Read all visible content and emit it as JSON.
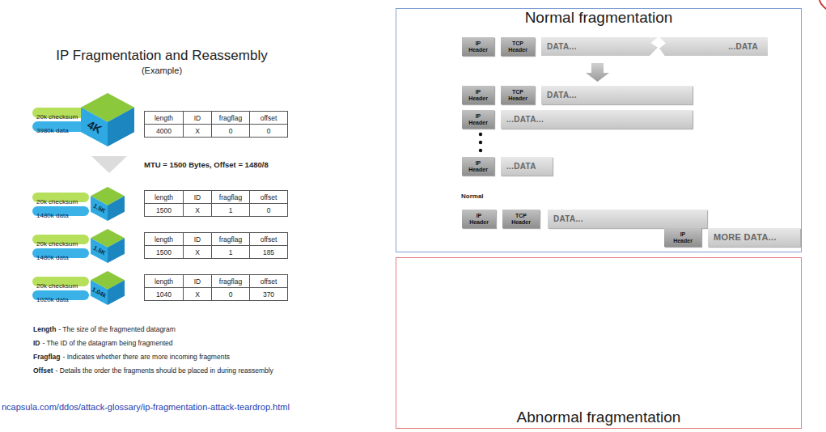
{
  "diagram": {
    "title": "IP Fragmentation and Reassembly",
    "nodes": [
      {
        "text": [
          "20k checksum"
        ]
      },
      {
        "text": [
          "3980k data"
        ]
      },
      {
        "text": [
          "4K"
        ]
      },
      {
        "text": [
          "20k checksum"
        ]
      },
      {
        "text": [
          "1480k data"
        ]
      },
      {
        "text": [
          "1.5K"
        ]
      },
      {
        "text": [
          "20k checksum"
        ]
      },
      {
        "text": [
          "1480k data"
        ]
      },
      {
        "text": [
          "1.5K"
        ]
      },
      {
        "text": [
          "20k checksum"
        ]
      },
      {
        "text": [
          "1020k data"
        ]
      },
      {
        "text": [
          "1.04k"
        ]
      },
      {
        "text": [
          "Normal fragmentation"
        ]
      },
      {
        "text": [
          "IP Header"
        ],
        "in": 12
      },
      {
        "text": [
          "TCP Header"
        ],
        "in": 12
      },
      {
        "text": [
          "DATA..."
        ],
        "in": 12
      },
      {
        "text": [
          "...DATA"
        ],
        "in": 12
      },
      {
        "text": [
          "IP Header"
        ],
        "in": 12
      },
      {
        "text": [
          "TCP Header"
        ],
        "in": 12
      },
      {
        "text": [
          "DATA..."
        ],
        "in": 12
      },
      {
        "text": [
          "IP Header"
        ],
        "in": 12
      },
      {
        "text": [
          "...DATA..."
        ],
        "in": 12
      },
      {
        "text": [
          "IP Header"
        ],
        "in": 12
      },
      {
        "text": [
          "...DATA"
        ],
        "in": 12
      },
      {
        "text": [
          "IP Header"
        ],
        "in": 12
      },
      {
        "text": [
          "TCP Header"
        ],
        "in": 12
      },
      {
        "text": [
          "DATA..."
        ],
        "in": 12
      },
      {
        "text": [
          "IP Header"
        ],
        "in": 12
      },
      {
        "text": [
          "MORE DATA..."
        ],
        "in": 12
      },
      {
        "text": [
          "Abnormal fragmentation"
        ]
      }
    ],
    "labels": [
      "(Example)",
      "length",
      "ID",
      "fragflag",
      "offset",
      "4000",
      "X",
      "0",
      "0",
      "MTU = 1500 Bytes, Offset = 1480/8",
      "length",
      "ID",
      "fragflag",
      "offset",
      "1500",
      "X",
      "1",
      "0",
      "length",
      "ID",
      "fragflag",
      "offset",
      "1500",
      "X",
      "1",
      "185",
      "length",
      "ID",
      "fragflag",
      "offset",
      "1040",
      "X",
      "0",
      "370",
      "Length",
      "- The size of the fragmented datagram",
      "ID",
      "- The ID of the datagram being fragmented",
      "Fragflag",
      "- Indicates whether there are more incoming fragments",
      "Offset",
      "- Details the order the fragments should be placed in during reassembly",
      "ncapsula.com/ddos/attack-glossary/ip-fragmentation-attack-teardrop.html",
      "Normal"
    ]
  }
}
